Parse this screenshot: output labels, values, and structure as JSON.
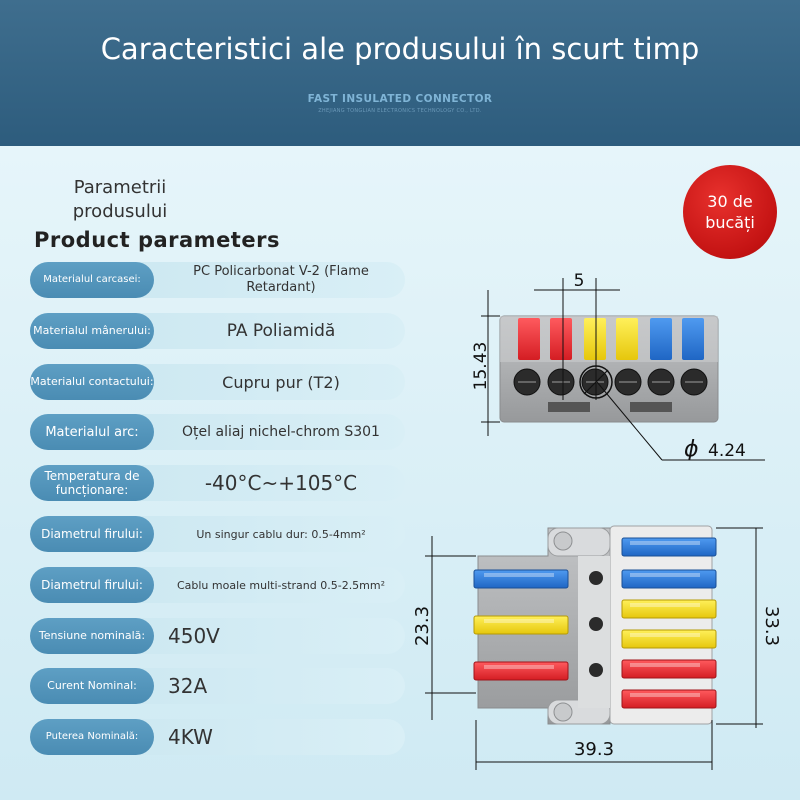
{
  "header": {
    "title": "Caracteristici ale produsului în scurt timp",
    "subtitle": "FAST INSULATED CONNECTOR",
    "company": "ZHEJIANG TONGLIAN ELECTRONICS TECHNOLOGY CO., LTD."
  },
  "params": {
    "title_ro": "Parametrii produsului",
    "title_en": "Product parameters",
    "rows": [
      {
        "label": "Materialul carcasei:",
        "value": "PC Policarbonat V-2 (Flame Retardant)"
      },
      {
        "label": "Materialul mânerului:",
        "value": "PA Poliamidă"
      },
      {
        "label": "Materialul contactului:",
        "value": "Cupru pur (T2)"
      },
      {
        "label": "Materialul arc:",
        "value": "Oțel aliaj nichel-chrom S301"
      },
      {
        "label": "Temperatura de funcționare:",
        "value": "-40°C~+105°C"
      },
      {
        "label": "Diametrul firului:",
        "value": "Un singur cablu dur: 0.5-4mm²"
      },
      {
        "label": "Diametrul firului:",
        "value": "Cablu moale multi-strand 0.5-2.5mm²"
      },
      {
        "label": "Tensiune nominală:",
        "value": "450V"
      },
      {
        "label": "Curent Nominal:",
        "value": "32A"
      },
      {
        "label": "Puterea Nominală:",
        "value": "4KW"
      }
    ]
  },
  "badge": {
    "text": "30 de bucăți"
  },
  "dimensions": {
    "pitch": "5",
    "height": "15.43",
    "hole_diameter": "4.24",
    "side_height": "23.3",
    "total_height": "33.3",
    "width": "39.3"
  },
  "colors": {
    "header": "#2d5c7d",
    "label_pill": "#4a8cb3",
    "badge": "#c41313",
    "lever_red": "#e8262b",
    "lever_yellow": "#f3d91a",
    "lever_blue": "#2b7bd6",
    "housing": "#a4a6a8"
  }
}
